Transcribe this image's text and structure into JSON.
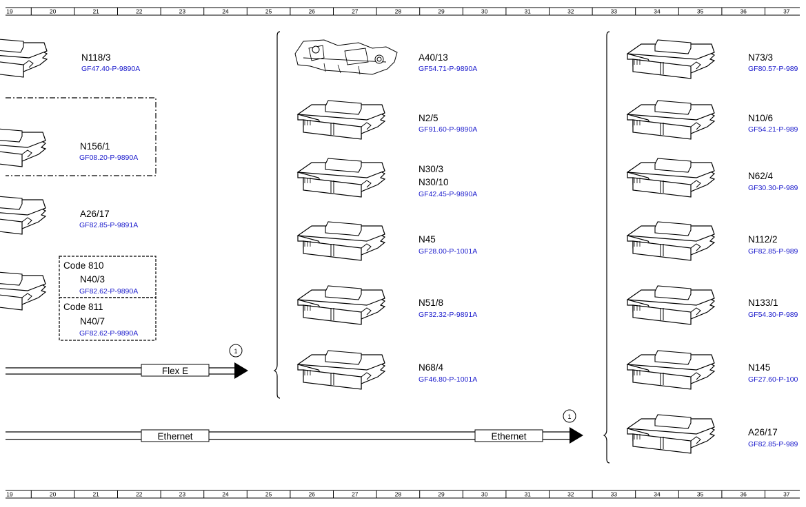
{
  "ruler": [
    "19",
    "20",
    "21",
    "22",
    "23",
    "24",
    "25",
    "26",
    "27",
    "28",
    "29",
    "30",
    "31",
    "32",
    "33",
    "34",
    "35",
    "36",
    "37"
  ],
  "left_components": [
    {
      "id": "N118/3",
      "ref": "GF47.40-P-9890A"
    },
    {
      "id": "N156/1",
      "ref": "GF08.20-P-9890A"
    },
    {
      "id": "A26/17",
      "ref": "GF82.85-P-9891A"
    },
    {
      "id": "N40/3",
      "ref": "GF82.62-P-9890A",
      "code": "Code 810"
    },
    {
      "id": "N40/7",
      "ref": "GF82.62-P-9890A",
      "code": "Code 811"
    }
  ],
  "middle_components": [
    {
      "id": "A40/13",
      "ref": "GF54.71-P-9890A"
    },
    {
      "id": "N2/5",
      "ref": "GF91.60-P-9890A"
    },
    {
      "id": "N30/3",
      "id2": "N30/10",
      "ref": "GF42.45-P-9890A"
    },
    {
      "id": "N45",
      "ref": "GF28.00-P-1001A"
    },
    {
      "id": "N51/8",
      "ref": "GF32.32-P-9891A"
    },
    {
      "id": "N68/4",
      "ref": "GF46.80-P-1001A"
    }
  ],
  "right_components": [
    {
      "id": "N73/3",
      "ref": "GF80.57-P-989"
    },
    {
      "id": "N10/6",
      "ref": "GF54.21-P-989"
    },
    {
      "id": "N62/4",
      "ref": "GF30.30-P-989"
    },
    {
      "id": "N112/2",
      "ref": "GF82.85-P-989"
    },
    {
      "id": "N133/1",
      "ref": "GF54.30-P-989"
    },
    {
      "id": "N145",
      "ref": "GF27.60-P-100"
    },
    {
      "id": "A26/17",
      "ref": "GF82.85-P-989"
    }
  ],
  "buses": [
    {
      "label": "Flex E",
      "marker": "1"
    },
    {
      "label": "Ethernet",
      "label2": "Ethernet",
      "marker": "1"
    }
  ]
}
